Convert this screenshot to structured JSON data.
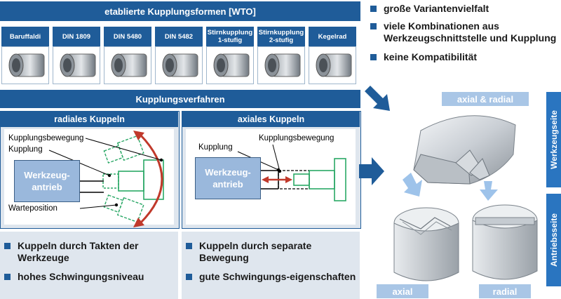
{
  "top_banner": "etablierte Kupplungsformen [WTO]",
  "coupling_forms": [
    {
      "label": "Baruffaldi"
    },
    {
      "label": "DIN 1809"
    },
    {
      "label": "DIN 5480"
    },
    {
      "label": "DIN 5482"
    },
    {
      "label": "Stirnkupplung 1-stufig"
    },
    {
      "label": "Stirnkupplung 2-stufig"
    },
    {
      "label": "Kegelrad"
    }
  ],
  "top_bullets": [
    "große Variantenvielfalt",
    "viele Kombinationen aus Werkzeugschnittstelle und Kupplung",
    "keine Kompatibilität"
  ],
  "process_banner": "Kupplungsverfahren",
  "radial": {
    "title": "radiales Kuppeln",
    "kupplungsbewegung": "Kupplungsbewegung",
    "kupplung": "Kupplung",
    "warteposition": "Warteposition",
    "drive": "Werkzeug-\nantrieb",
    "bullets": [
      "Kuppeln durch Takten der Werkzeuge",
      "hohes Schwingungsniveau"
    ]
  },
  "axial": {
    "title": "axiales Kuppeln",
    "kupplung": "Kupplung",
    "kupplungsbewegung": "Kupplungsbewegung",
    "drive": "Werkzeug-\nantrieb",
    "bullets": [
      "Kuppeln durch separate Bewegung",
      "gute Schwingungs-eigenschaften"
    ]
  },
  "right": {
    "top_label": "axial & radial",
    "bottom_left_label": "axial",
    "bottom_right_label": "radial",
    "side_top": "Werkzeugseite",
    "side_bottom": "Antriebsseite"
  },
  "colors": {
    "brand_blue": "#1f5c99",
    "light_panel": "#dfe6ee",
    "green_part": "#2aa866",
    "red_motion": "#c0392b"
  }
}
